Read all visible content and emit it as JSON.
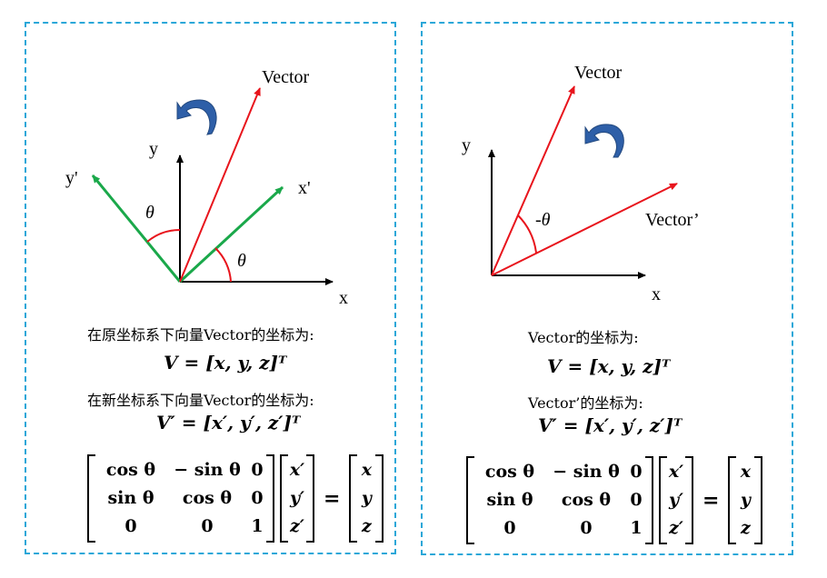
{
  "left": {
    "labels": {
      "vector": "Vector",
      "y": "y",
      "x": "x",
      "y_prime": "y'",
      "x_prime": "x'",
      "theta": "θ"
    },
    "caption1": "在原坐标系下向量Vector的坐标为:",
    "equation1": "V = [x, y, z]ᵀ",
    "caption2": "在新坐标系下向量Vector的坐标为:",
    "equation2": "V′ = [x′, y′, z′]ᵀ",
    "matrix": [
      [
        "cos θ",
        "− sin θ",
        "0"
      ],
      [
        "sin θ",
        "cos θ",
        "0"
      ],
      [
        "0",
        "0",
        "1"
      ]
    ],
    "vec_left": [
      "x′",
      "y′",
      "z′"
    ],
    "eq_sign": "=",
    "vec_right": [
      "x",
      "y",
      "z"
    ]
  },
  "right": {
    "labels": {
      "vector": "Vector",
      "y": "y",
      "x": "x",
      "vector_prime": "Vector’",
      "neg_theta": "-θ"
    },
    "caption1": "Vector的坐标为:",
    "equation1": "V = [x, y, z]ᵀ",
    "caption2": "Vector’的坐标为:",
    "equation2": "V′ = [x′, y′, z′]ᵀ",
    "matrix": [
      [
        "cos θ",
        "− sin θ",
        "0"
      ],
      [
        "sin θ",
        "cos θ",
        "0"
      ],
      [
        "0",
        "0",
        "1"
      ]
    ],
    "vec_left": [
      "x′",
      "y′",
      "z′"
    ],
    "eq_sign": "=",
    "vec_right": [
      "x",
      "y",
      "z"
    ]
  },
  "colors": {
    "vector": "#e8141c",
    "rotated_axes": "#1aa84a",
    "arc": "#e8141c",
    "rotation_arrow": "#2e5fa8",
    "border": "#2aa7d8"
  }
}
